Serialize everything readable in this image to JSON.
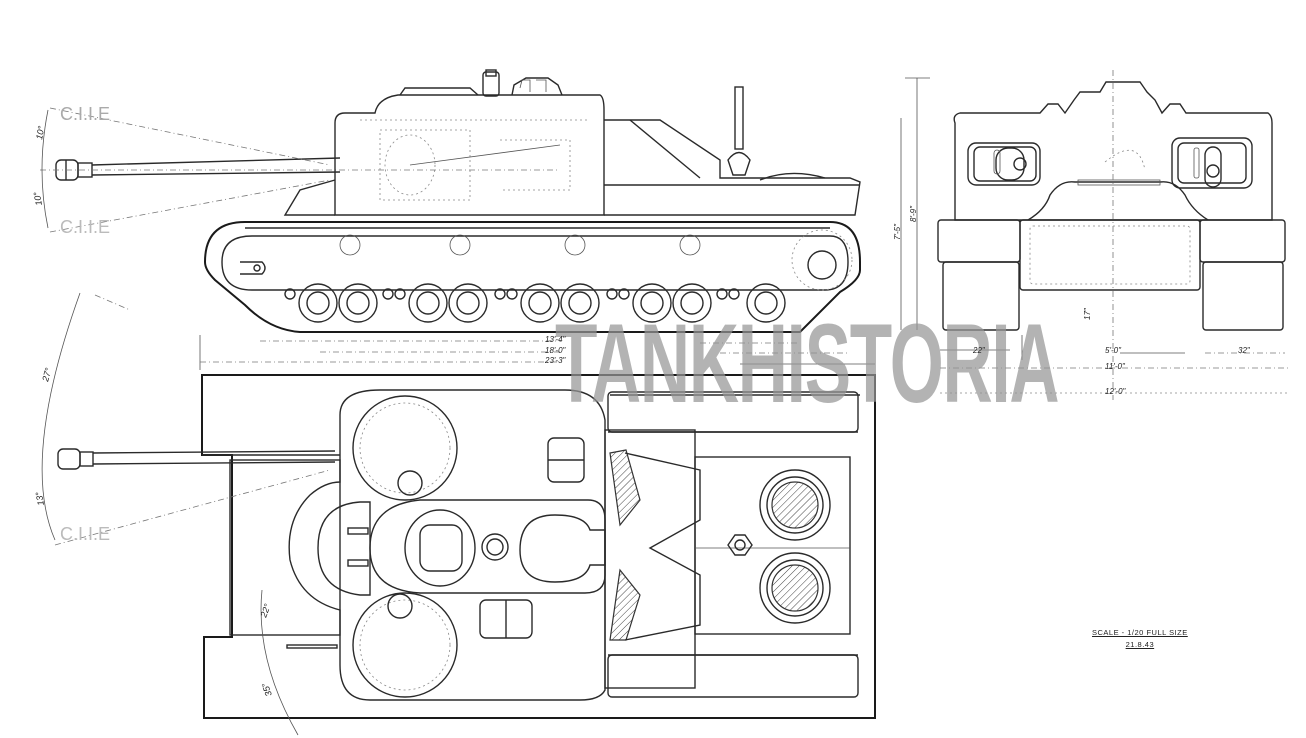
{
  "drawing": {
    "title": "Tank destroyer general arrangement drawing",
    "views": [
      "side-elevation",
      "front-elevation",
      "plan-view"
    ],
    "watermark": "TANKHISTORIA",
    "colors": {
      "line": "#2a2a2a",
      "background": "#ffffff",
      "watermark": "#969696"
    }
  },
  "side_view": {
    "dimensions": {
      "length_hull": "13'-4\"",
      "length_track": "18'-0\"",
      "length_overall": "23'-3\""
    },
    "gun_elevation_up": "10°",
    "gun_depression": "10°"
  },
  "front_view": {
    "height_hull": "7'-5\"",
    "height_overall": "8'-9\"",
    "ground_clearance": "17\"",
    "track_width_left": "22\"",
    "track_centre": "5'-0\"",
    "track_width_right": "32\"",
    "width_hull": "11'-0\"",
    "width_overall": "12'-0\""
  },
  "plan_view": {
    "traverse_left": "27°",
    "traverse_right": "13°",
    "traverse_rear_1": "22°",
    "traverse_rear_2": "35°"
  },
  "title_block": {
    "scale": "SCALE - 1/20 FULL SIZE",
    "date": "21.8.43"
  }
}
